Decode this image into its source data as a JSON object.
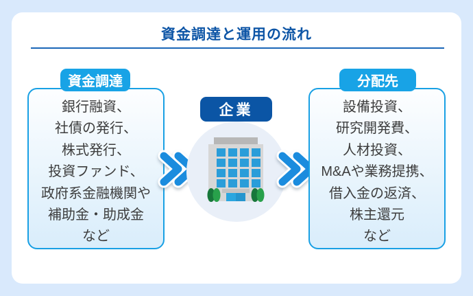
{
  "title": "資金調達と運用の流れ",
  "left_box": {
    "badge": "資金調達",
    "lines": [
      "銀行融資、",
      "社債の発行、",
      "株式発行、",
      "投資ファンド、",
      "政府系金融機関や",
      "補助金・助成金",
      "など"
    ]
  },
  "center": {
    "badge": "企業",
    "icon": "office-building-icon"
  },
  "right_box": {
    "badge": "分配先",
    "lines": [
      "設備投資、",
      "研究開発費、",
      "人材投資、",
      "M&Aや業務提携、",
      "借入金の返済、",
      "株主還元",
      "など"
    ]
  },
  "arrows": {
    "left": "double-chevron-right-icon",
    "right": "double-chevron-right-icon"
  },
  "colors": {
    "background": "#d9e9fc",
    "card": "#ffffff",
    "title_dark_blue": "#0d55a6",
    "badge_light_blue": "#18a3e6",
    "badge_dark_blue": "#0b55a5",
    "box_border_blue": "#18a0e4",
    "arrow_blue": "#1b8cde",
    "text_gray": "#3d3d3d",
    "circle_bg": "#e9eff8",
    "window_blue": "#2a9dd9",
    "tree_green": "#28a14b"
  }
}
